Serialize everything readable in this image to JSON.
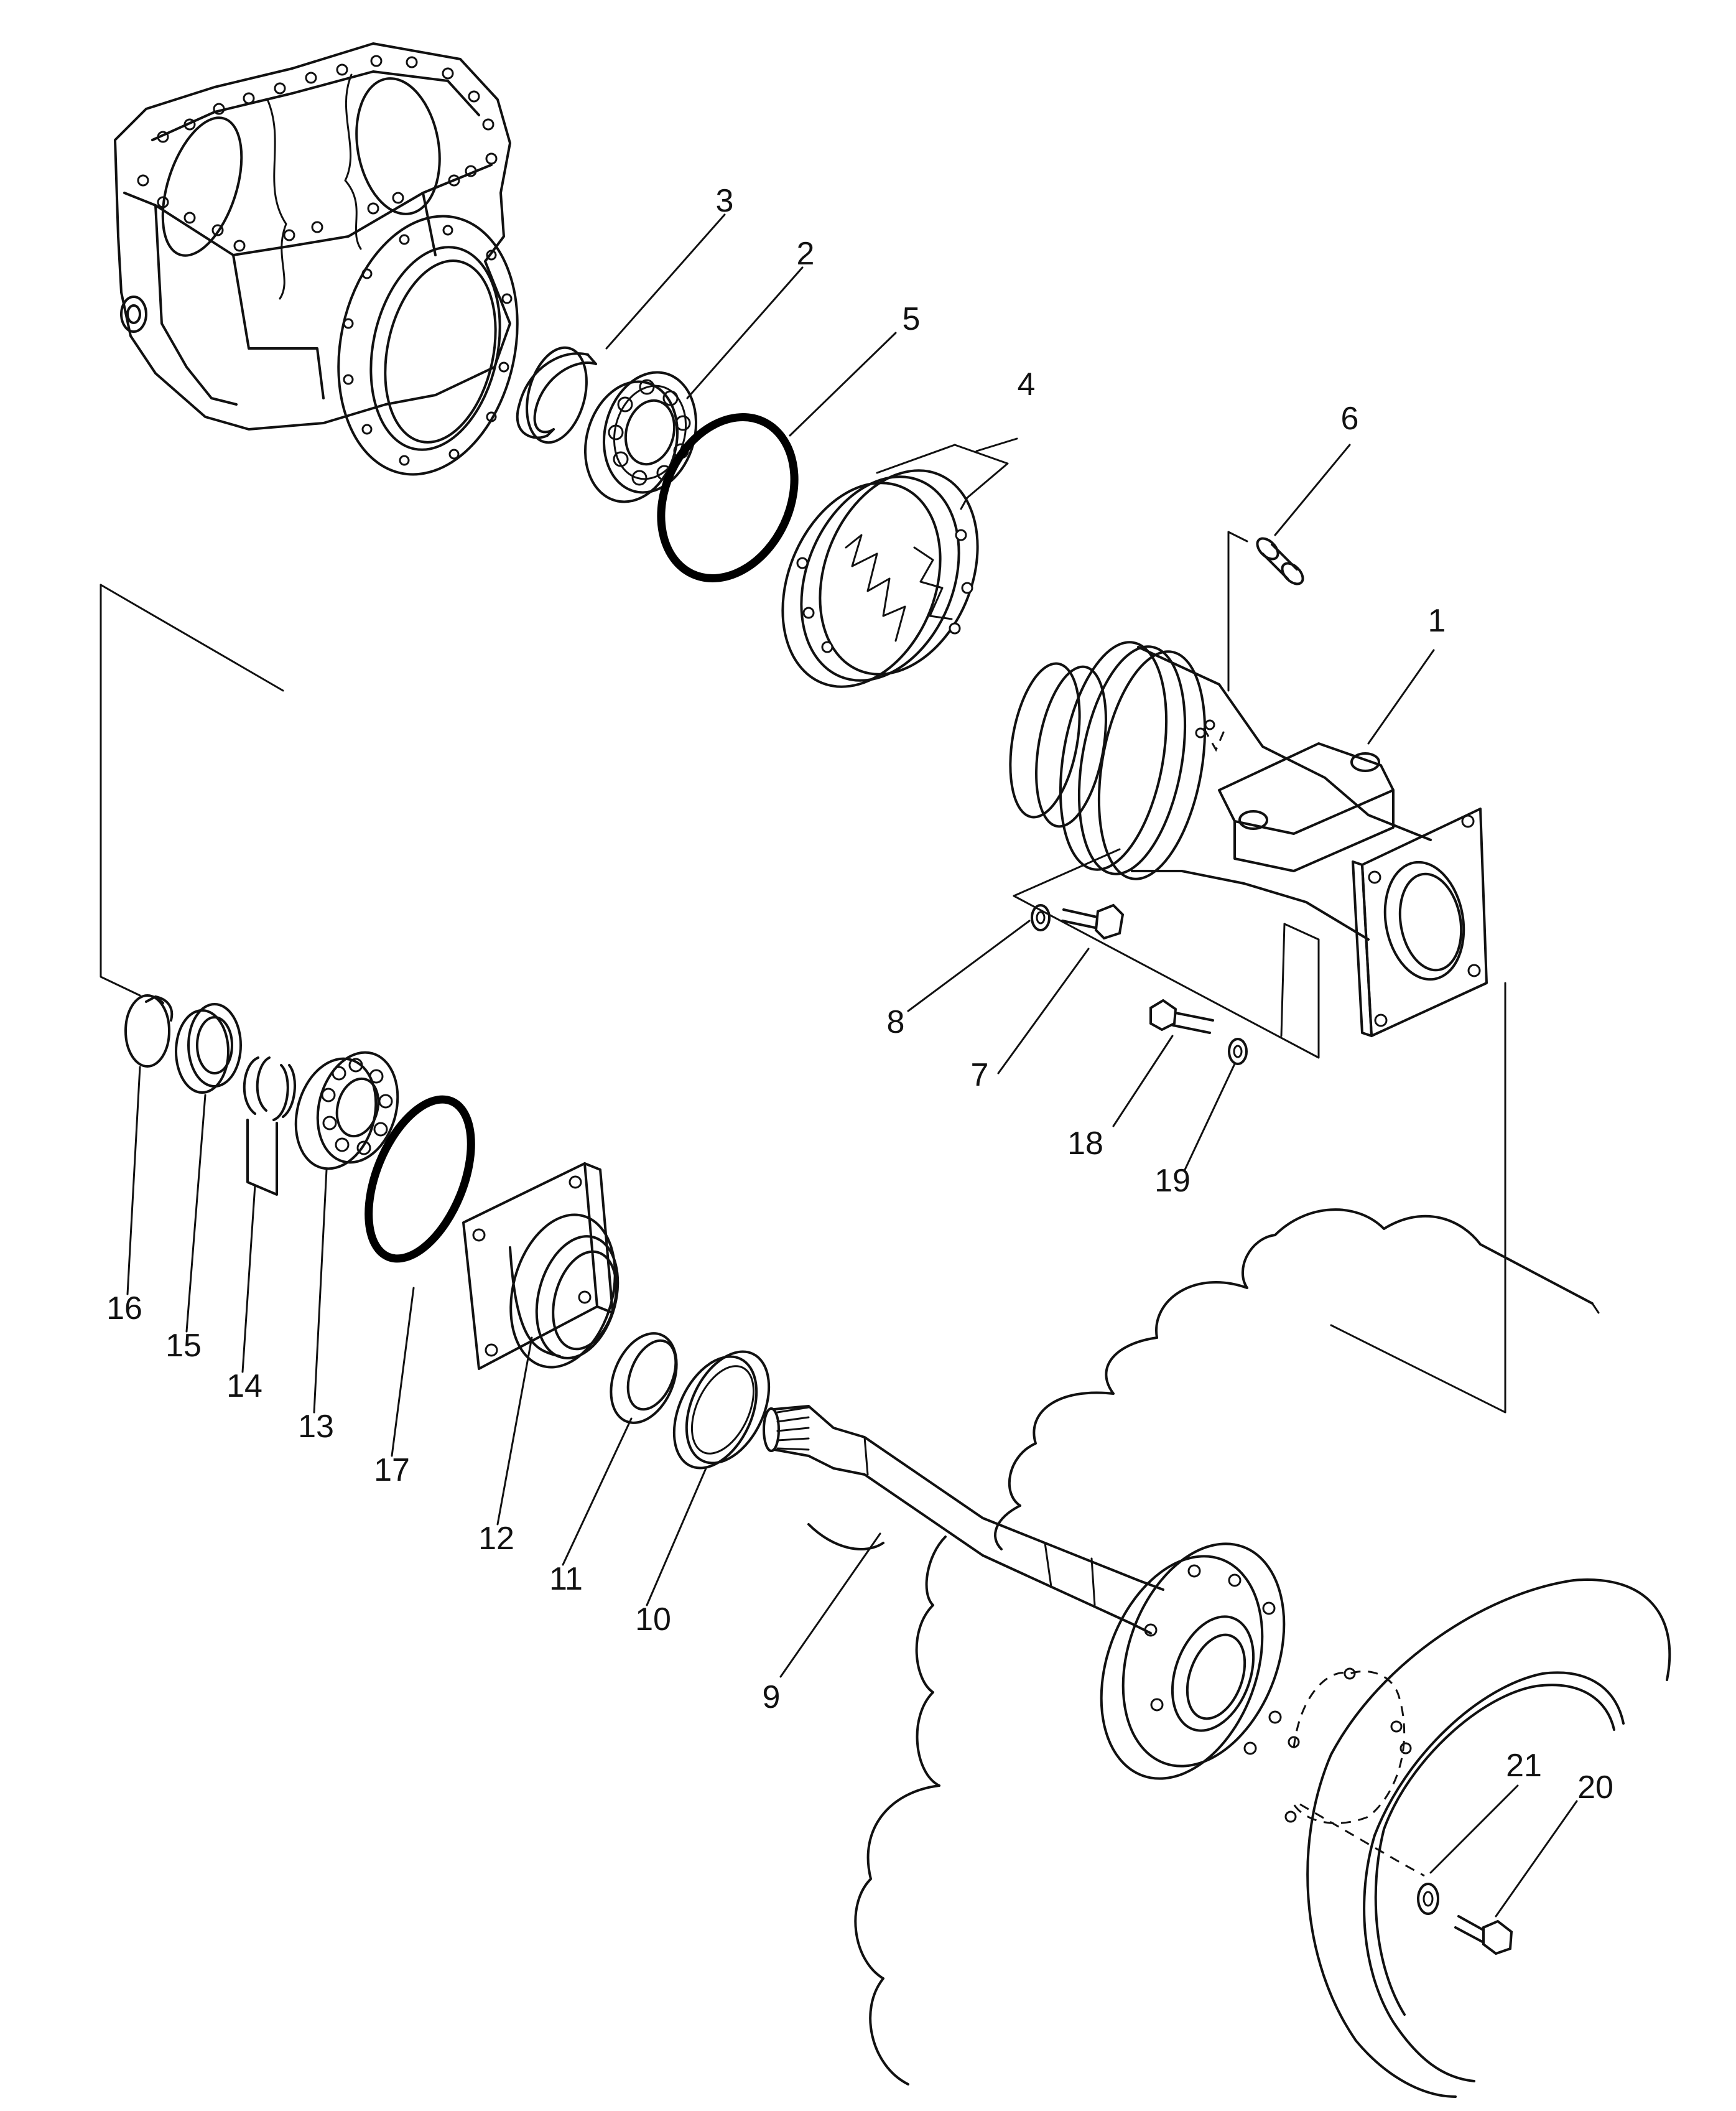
{
  "diagram": {
    "parts": [
      {
        "id": "1",
        "label": "1",
        "name": "axle-housing"
      },
      {
        "id": "2",
        "label": "2",
        "name": "ball-bearing"
      },
      {
        "id": "3",
        "label": "3",
        "name": "snap-ring"
      },
      {
        "id": "4",
        "label": "4",
        "name": "shim-set"
      },
      {
        "id": "5",
        "label": "5",
        "name": "o-ring"
      },
      {
        "id": "6",
        "label": "6",
        "name": "dowel-pin"
      },
      {
        "id": "7",
        "label": "7",
        "name": "bolt"
      },
      {
        "id": "8",
        "label": "8",
        "name": "washer"
      },
      {
        "id": "9",
        "label": "9",
        "name": "axle-shaft"
      },
      {
        "id": "10",
        "label": "10",
        "name": "oil-seal"
      },
      {
        "id": "11",
        "label": "11",
        "name": "spacer"
      },
      {
        "id": "12",
        "label": "12",
        "name": "bearing-cage"
      },
      {
        "id": "13",
        "label": "13",
        "name": "ball-bearing"
      },
      {
        "id": "14",
        "label": "14",
        "name": "split-collar"
      },
      {
        "id": "15",
        "label": "15",
        "name": "collar"
      },
      {
        "id": "16",
        "label": "16",
        "name": "snap-ring"
      },
      {
        "id": "17",
        "label": "17",
        "name": "o-ring"
      },
      {
        "id": "18",
        "label": "18",
        "name": "bolt"
      },
      {
        "id": "19",
        "label": "19",
        "name": "washer"
      },
      {
        "id": "20",
        "label": "20",
        "name": "bolt"
      },
      {
        "id": "21",
        "label": "21",
        "name": "washer"
      }
    ]
  }
}
